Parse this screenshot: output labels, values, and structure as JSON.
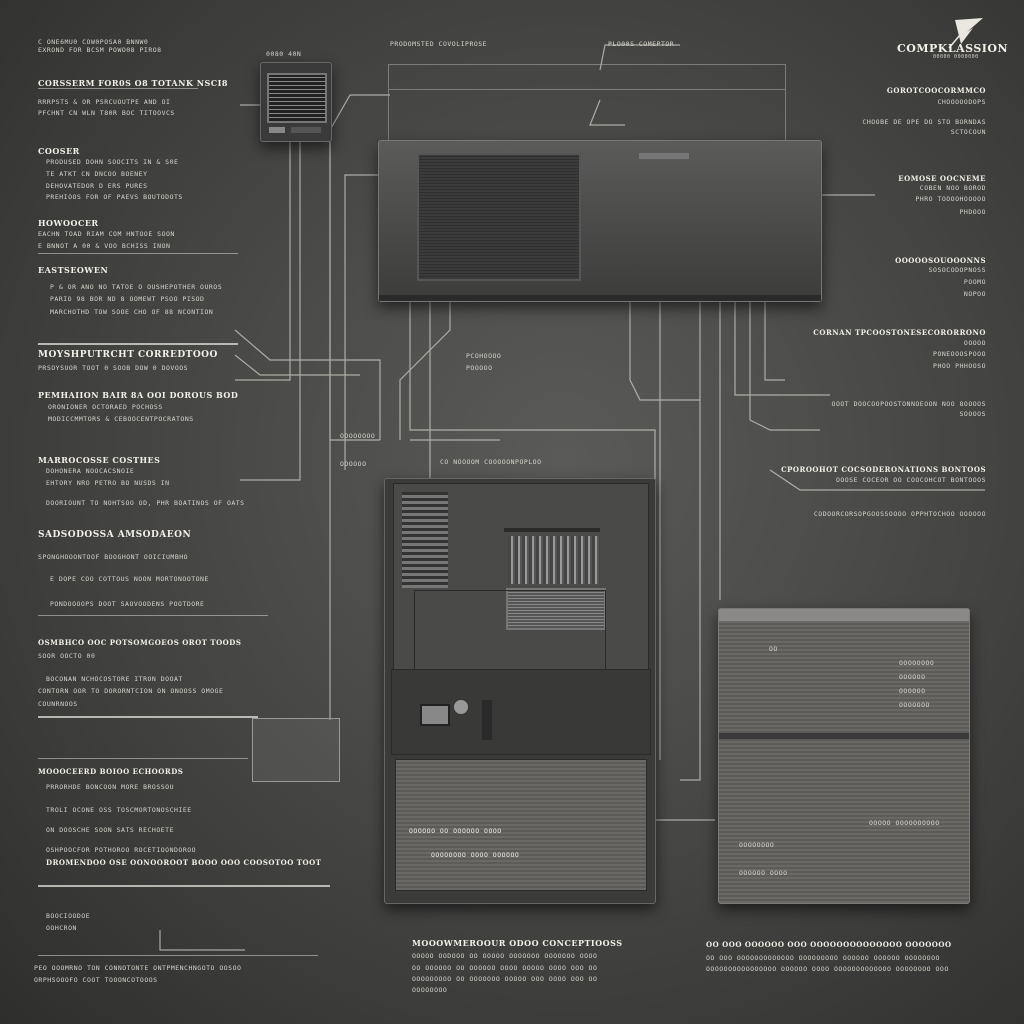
{
  "brand": {
    "name": "COMPKLASSION",
    "sub": "00000 0000000",
    "logo_icon": "quill-icon"
  },
  "top_labels": {
    "left_title": "C ONE6MU0 COW0POSA0 BNNW0",
    "left_sub": "EXROND FOR BCSM POWO08 PIRO8",
    "module_tag": "0080 40N",
    "center_a": "PRODOMSTED COVOLIPROSE",
    "center_b": "PLO00S COMEPTOR"
  },
  "left_sections": [
    {
      "title": "CORSSERM FOR0S O8 TOTANK NSCI8",
      "lines": [
        "RRRPSTS & OR PSRCUOUTPE AND OI",
        "PFCHNT CN WLN T80R BOC TITOOVCS"
      ]
    },
    {
      "title": "COOSER",
      "lines": [
        "PRODUSED DOHN SOOCITS IN & S0E",
        "TE ATKT CN DNCOO BOENEY",
        "DEHOVATEDOR D ERS PURES",
        "PREHIOOS FOR OF PAEVS BOUTODOTS"
      ]
    },
    {
      "title": "HOWOOCER",
      "lines": [
        "EACHN TOAD RIAM COM HNTOOE SOON",
        "E BNNOT A 00 & VOO BCHISS INON"
      ]
    },
    {
      "title": "EASTSEOWEN",
      "lines": [
        "P & OR ANO NO TATOE O OUSHEPOTHER OUROS",
        "PARIO 98 BOR ND 8 OOMEWT PSOO PISOD",
        "MARCHOTHD TOW SOOE CHO OF 88 NCONTION"
      ]
    },
    {
      "title": "MOYSHPUTRCHT CORREDTOOO",
      "lines": [
        "PRSOYSUOR TOOT 0 SOOB DOW 0 DOVOOS"
      ]
    },
    {
      "title": "PEMHAIION BAIR 8A OOI DOROUS BOD",
      "lines": [
        "ORONIONER OCTORAED POCHOSS",
        "MODICCMMTORS & CEBOOCENTPOCRATONS"
      ]
    },
    {
      "title": "MARROCOSSE COSTHES",
      "lines": [
        "DOHONERA NOOCACSNOIE",
        "EHTORY NRO PETRO BO NUSDS IN",
        "DOORIOUNT TO NOHTSOO OD, PHR BOATINOS OF OATS"
      ]
    },
    {
      "title": "SADSODOSSA AMSODAEON",
      "lines": [
        "SPONGHOOONTOOF BOOGHONT OOICIUMBHO",
        "E DOPE COO COTTOUS NOON MORTONOOTONE",
        "PONDOOOOPS DOOT SAOVOODENS POOTDORE"
      ]
    },
    {
      "title": "OSMBHCO OOC POTSOMGOEOS OROT TOODS",
      "lines": [
        "SOOR OOCTO 00",
        "BOCONAN NCHOCOSTORE ITRON DOOAT",
        "CONTORN OOR TO DORORNTCION ON ONOOSS OMOGE",
        "COUNRNOOS"
      ]
    },
    {
      "title": "MOOOCEERD BOIOO ECHOORDS",
      "lines": [
        "PRRORHDE BONCOON MORE BROSSOU",
        "TROLI OCONE OSS TOSCMORTONOSCHIEE",
        "ON DOOSCHE SOON SATS RECHOETE",
        "OSHPOOCFOR POTHOROO ROCETIOONDOROO"
      ]
    },
    {
      "title": "",
      "lines": [
        "DROMENDOO OSE OONOOROOT BOOO OOO COOSOTOO TOOT",
        "BOOCIOODOE",
        "OOHCRON"
      ]
    },
    {
      "title": "",
      "lines": [
        "PEO OOOMRNO TON CONNOTONTE ONTPMENCHNGOTO OOSOO",
        "ORPHSOOOFO COOT TOOONCOTOOOS"
      ]
    }
  ],
  "right_sections": [
    {
      "title": "GOROTCOOCORMMCO",
      "lines": [
        "CHOOOOODOPS",
        "CHOOBE DE OPE DO STO BORNDAS",
        "SCTOCOUN"
      ]
    },
    {
      "title": "EOMOSE OOCNEME",
      "lines": [
        "COBEN NOO BOROD",
        "PHRO TOOOOHOOOOO",
        "PHDOOO"
      ]
    },
    {
      "title": "OOOOOSOUOOONNS",
      "lines": [
        "SOSOCODOPNOSS",
        "POOMO",
        "NOPOO"
      ]
    },
    {
      "title": "CORNAN TPCOOSTONESECORORRONO",
      "lines": [
        "OOOOO",
        "PONEOOOSPOOO",
        "PHOO PHHOOSO"
      ]
    },
    {
      "title": "OOOT DOOCOOPOOSTONNOEOON NOO 8OOOOS",
      "lines": [
        "SOOOOS"
      ]
    },
    {
      "title": "CPOROOHOT COCSODERONATIONS BONTOOS",
      "lines": [
        "OOOSE COCEOR OO COOCOHCOT BONTOOOS",
        "CODOORCORSOPGOOSSOOOO OPPHTOCHOO OOOOOO"
      ]
    }
  ],
  "center_labels": {
    "mid_note": "CO NOOOOM COOOOONPOPLOO",
    "small_note_a": "PCOHOOOO",
    "small_note_b": "POOOOO",
    "tiny_a": "OOOOOOOO",
    "tiny_b": "OOOOOO"
  },
  "bottom": {
    "center_title": "MOOOWMEROOUR ODOO CONCEPTIOOSS",
    "center_lines": [
      "OOOOO OODOOO OO OOOOO OOOOOOO OOOOOOO OOOO",
      "OO OOOOOO OO OOOOOO OOOO OOOOO OOOO OOO OO",
      "OOOOOOOOO OO OOOOOOO OOOOO OOO OOOO OOO OO",
      "OOOOOOOO"
    ],
    "right_title": "OO OOO OOOOOO OOO OOOOOOOOOOOOOO OOOOOOO",
    "right_lines": [
      "OO OOO OOOOOOOOOOOOO OOOOOOOOO OOOOOO OOOOOO OOOOOOOO",
      "OOOOOOOOOOOOOOOO OOOOOO OOOO OOOOOOOOOOOOO OOOOOOOO OOO"
    ]
  },
  "devices": {
    "tower_label_a": "OOOOOO OO OOOOOO OOOO",
    "tower_label_b": "OOOOOOOO OOOO OOOOOO",
    "cabinet_label": "OO",
    "cabinet_lines": [
      "OOOOOOOO",
      "OOOOOO",
      "OOOOOO",
      "OOOOOOO"
    ],
    "cabinet_bottom": [
      "OOOOO OOOOOOOOOO",
      "OOOOOOOO",
      "OOOOOO OOOO"
    ]
  }
}
